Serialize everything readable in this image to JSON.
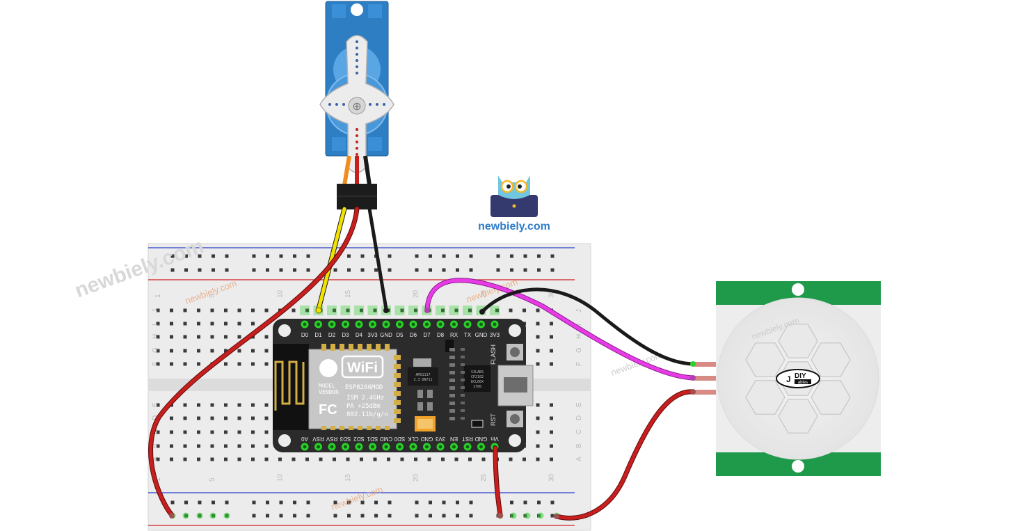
{
  "brand": {
    "name": "newbiely.com",
    "watermarks": [
      "newbiely.com",
      "newbiely.com",
      "newbiely.com",
      "newbiely.com",
      "newbiely.com",
      "newbiely.com"
    ],
    "logo_color": "#2e7cc9"
  },
  "breadboard": {
    "row_letters_top": [
      "J",
      "I",
      "H",
      "G",
      "F"
    ],
    "row_letters_bottom": [
      "E",
      "D",
      "C",
      "B",
      "A"
    ],
    "column_numbers": [
      "1",
      "5",
      "10",
      "15",
      "20",
      "25",
      "30"
    ],
    "rail_colors": {
      "plus": "#d21f1f",
      "minus": "#2a3cc9"
    }
  },
  "esp8266": {
    "top_pins": [
      "D0",
      "D1",
      "D2",
      "D3",
      "D4",
      "3V3",
      "GND",
      "D5",
      "D6",
      "D7",
      "D8",
      "RX",
      "TX",
      "GND",
      "3V3"
    ],
    "bottom_pins": [
      "A0",
      "RSV",
      "RSV",
      "SD3",
      "SD2",
      "SD1",
      "CMD",
      "SD0",
      "CLK",
      "GND",
      "3V3",
      "EN",
      "RST",
      "GND",
      "Vin"
    ],
    "wifi_text": "WiFi",
    "module_lines": [
      "ESP8266MOD",
      "ISM 2.4GHz",
      "PA  +25dBm",
      "802.11b/g/n"
    ],
    "model_label": "MODEL",
    "vendor_label": "VENDOR",
    "fc_text": "FC",
    "button_flash": "FLASH",
    "button_rst": "RST",
    "chip_usb": [
      "SILABS",
      "CP2102",
      "DCL00X",
      "1708"
    ],
    "chip_reg": [
      "AMS1117",
      "3.3  DN711"
    ]
  },
  "pir_sensor": {
    "logo_text": "DIY",
    "logo_sub": "ables"
  },
  "wire_colors": {
    "signal_yellow": "#f2e200",
    "power_red": "#c81e1e",
    "ground_black": "#1a1a1a",
    "pir_out_magenta": "#e63ce6",
    "servo_orange": "#f28c1e"
  }
}
